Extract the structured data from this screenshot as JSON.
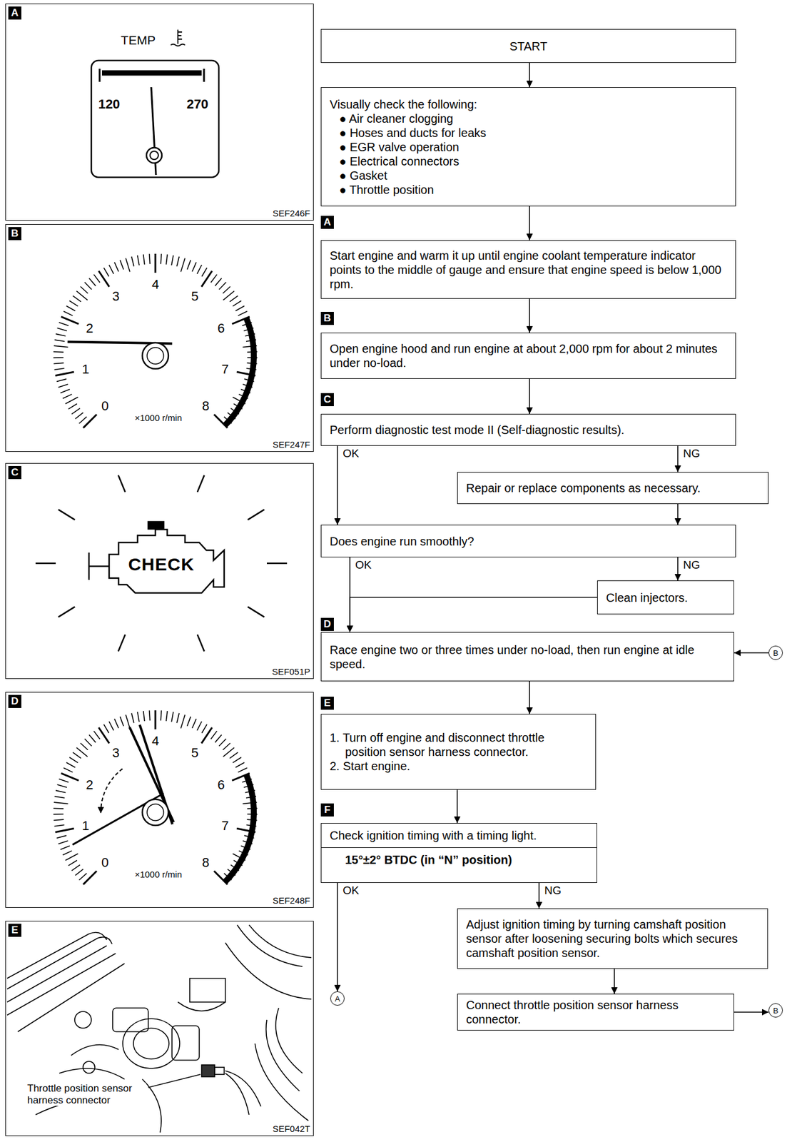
{
  "diagram": {
    "nodes": [
      {
        "text": [
          "START"
        ]
      },
      {
        "text": [
          "Visually check the following:",
          "● Air cleaner clogging",
          "● Hoses and ducts for leaks",
          "● EGR valve operation",
          "● Electrical connectors",
          "● Gasket",
          "● Throttle position"
        ]
      },
      {
        "text": [
          "Start engine and warm it up until engine coolant temperature indicator points to the middle of gauge and ensure that engine speed is below 1,000 rpm."
        ]
      },
      {
        "text": [
          "Open engine hood and run engine at about 2,000 rpm for about 2 minutes under no-load."
        ]
      },
      {
        "text": [
          "Perform diagnostic test mode II (Self-diagnostic results)."
        ]
      },
      {
        "text": [
          "Repair or replace components as necessary."
        ]
      },
      {
        "text": [
          "Does engine run smoothly?"
        ]
      },
      {
        "text": [
          "Clean injectors."
        ]
      },
      {
        "text": [
          "Race engine two or three times under no-load, then run engine at idle speed."
        ]
      },
      {
        "text": [
          "1. Turn off engine and disconnect throttle position sensor harness connector.",
          "2. Start engine."
        ]
      },
      {
        "text": [
          "Check ignition timing with a timing light.",
          "15°±2° BTDC (in “N” position)"
        ]
      },
      {
        "text": [
          "Adjust ignition timing by turning camshaft position sensor after loosening securing bolts which secures camshaft position sensor."
        ]
      },
      {
        "text": [
          "Connect throttle position sensor harness connector."
        ]
      },
      {
        "text": [
          "B"
        ]
      },
      {
        "text": [
          "A"
        ]
      },
      {
        "text": [
          "B"
        ]
      },
      {
        "text": [
          "A",
          "SEF246F"
        ]
      },
      {
        "text": [
          "B",
          "SEF247F"
        ]
      },
      {
        "text": [
          "C",
          "SEF051P"
        ]
      },
      {
        "text": [
          "D",
          "SEF248F"
        ]
      },
      {
        "text": [
          "E",
          "SEF042T"
        ]
      }
    ],
    "edges": [
      {
        "from": 0,
        "to": 1,
        "arrow": "to"
      },
      {
        "from": 1,
        "to": 2,
        "arrow": "to"
      },
      {
        "from": 2,
        "to": 3,
        "arrow": "to"
      },
      {
        "from": 3,
        "to": 4,
        "arrow": "to"
      },
      {
        "from": 4,
        "to": 6,
        "label": "OK",
        "arrow": "to"
      },
      {
        "from": 4,
        "to": 5,
        "label": "NG",
        "arrow": "to"
      },
      {
        "from": 5,
        "to": 6,
        "arrow": "to"
      },
      {
        "from": 6,
        "to": 8,
        "label": "OK",
        "arrow": "to"
      },
      {
        "from": 6,
        "to": 7,
        "label": "NG",
        "arrow": "to"
      },
      {
        "from": 7,
        "to": 8,
        "arrow": "to"
      },
      {
        "from": 13,
        "to": 8,
        "arrow": "to"
      },
      {
        "from": 8,
        "to": 9,
        "arrow": "to"
      },
      {
        "from": 9,
        "to": 10,
        "arrow": "to"
      },
      {
        "from": 10,
        "to": 14,
        "label": "OK",
        "arrow": "to"
      },
      {
        "from": 10,
        "to": 11,
        "label": "NG",
        "arrow": "to"
      },
      {
        "from": 11,
        "to": 12,
        "arrow": "to"
      },
      {
        "from": 12,
        "to": 15,
        "arrow": "to"
      }
    ],
    "labels": [
      "A",
      "B",
      "C",
      "D",
      "E",
      "F",
      "TEMP",
      "120",
      "270",
      "0",
      "1",
      "2",
      "3",
      "4",
      "5",
      "6",
      "7",
      "8",
      "×1000 r/min",
      "CHECK",
      "0",
      "1",
      "2",
      "3",
      "4",
      "5",
      "6",
      "7",
      "8",
      "×1000 r/min",
      "Throttle position sensor harness connector"
    ]
  }
}
